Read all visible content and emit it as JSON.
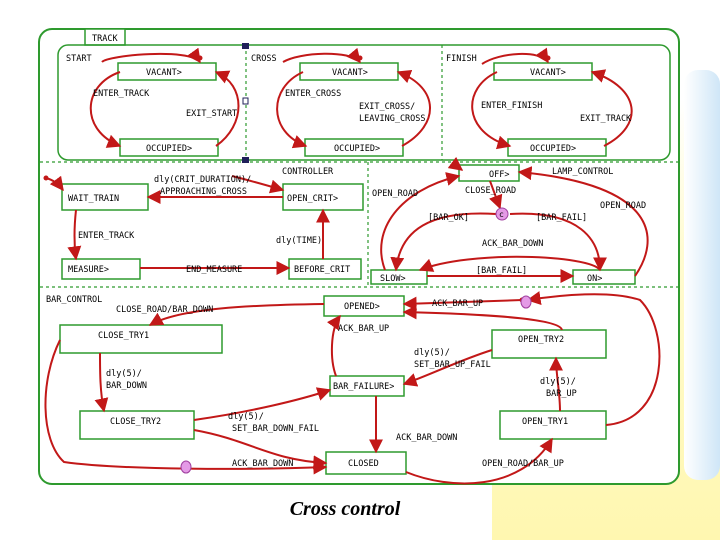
{
  "colors": {
    "frame": "#2e9a2e",
    "arrow": "#c21818",
    "state_fill": "#ffffff",
    "panel_bg": "#ffffcc"
  },
  "caption": "Cross control",
  "regions": {
    "track": "TRACK",
    "start": "START",
    "cross": "CROSS",
    "finish": "FINISH",
    "controller": "CONTROLLER",
    "bar_control": "BAR_CONTROL"
  },
  "states": {
    "vacant_start": "VACANT>",
    "occupied_start": "OCCUPIED>",
    "vacant_cross": "VACANT>",
    "occupied_cross": "OCCUPIED>",
    "vacant_finish": "VACANT>",
    "occupied_finish": "OCCUPIED>",
    "wait_train": "WAIT_TRAIN",
    "open_crit": "OPEN_CRIT>",
    "measure": "MEASURE>",
    "before_crit": "BEFORE_CRIT",
    "off": "OFF>",
    "slow": "SLOW>",
    "on": "ON>",
    "opened": "OPENED>",
    "close_try1": "CLOSE_TRY1",
    "open_try2": "OPEN_TRY2",
    "bar_failure": "BAR_FAILURE>",
    "close_try2": "CLOSE_TRY2",
    "open_try1": "OPEN_TRY1",
    "closed": "CLOSED"
  },
  "labels": {
    "enter_track": "ENTER_TRACK",
    "exit_start": "EXIT_START",
    "enter_cross": "ENTER_CROSS",
    "exit_cross_1": "EXIT_CROSS/",
    "exit_cross_2": "LEAVING_CROSS",
    "enter_finish": "ENTER_FINISH",
    "exit_track": "EXIT_TRACK",
    "dly_crit_1": "dly(CRIT_DURATION)/",
    "dly_crit_2": "APPROACHING_CROSS",
    "enter_track_2": "ENTER_TRACK",
    "dly_time": "dly(TIME)",
    "end_measure": "END_MEASURE",
    "open_road": "OPEN_ROAD",
    "close_road": "CLOSE_ROAD",
    "lamp_control": "LAMP_CONTROL",
    "bar_ok": "[BAR_OK]",
    "bar_fail_1": "[BAR_FAIL]",
    "open_road_2": "OPEN_ROAD",
    "ack_bar_down_1": "ACK_BAR_DOWN",
    "bar_fail_2": "[BAR_FAIL]",
    "close_road_bar_down": "CLOSE_ROAD/BAR_DOWN",
    "ack_bar_up_1": "ACK_BAR_UP",
    "ack_bar_up_2": "ACK_BAR_UP",
    "dly5_bar_down_1": "dly(5)/",
    "dly5_bar_down_2": "BAR_DOWN",
    "dly5_set_up_1": "dly(5)/",
    "dly5_set_up_2": "SET_BAR_UP_FAIL",
    "dly5_bar_up_1": "dly(5)/",
    "dly5_bar_up_2": "BAR_UP",
    "dly5_set_down_1": "dly(5)/",
    "dly5_set_down_2": "SET_BAR_DOWN_FAIL",
    "ack_bar_down_2": "ACK_BAR_DOWN",
    "ack_bar_down_3": "ACK_BAR_DOWN",
    "open_road_bar_up": "OPEN_ROAD/BAR_UP",
    "cond_c": "c"
  }
}
